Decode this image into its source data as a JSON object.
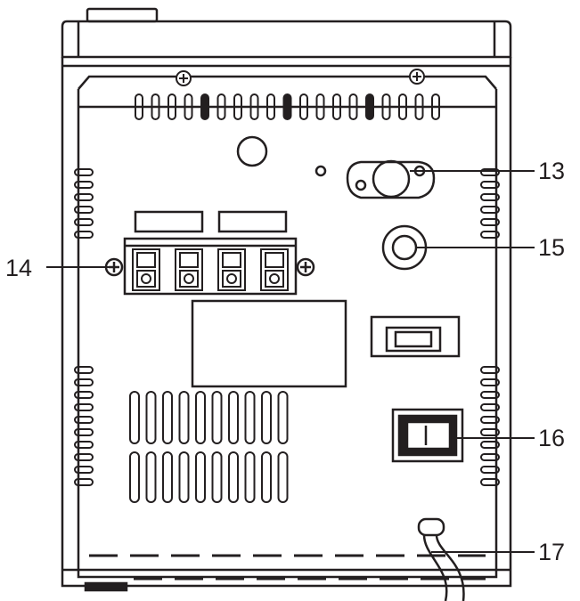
{
  "callouts": [
    {
      "label": "13",
      "part": "fm-antenna-connector"
    },
    {
      "label": "14",
      "part": "speaker-terminals"
    },
    {
      "label": "15",
      "part": "am-antenna-jack"
    },
    {
      "label": "16",
      "part": "power-switch"
    },
    {
      "label": "17",
      "part": "ac-power-cord"
    }
  ],
  "colors": {
    "line": "#231f20",
    "background": "#ffffff"
  }
}
